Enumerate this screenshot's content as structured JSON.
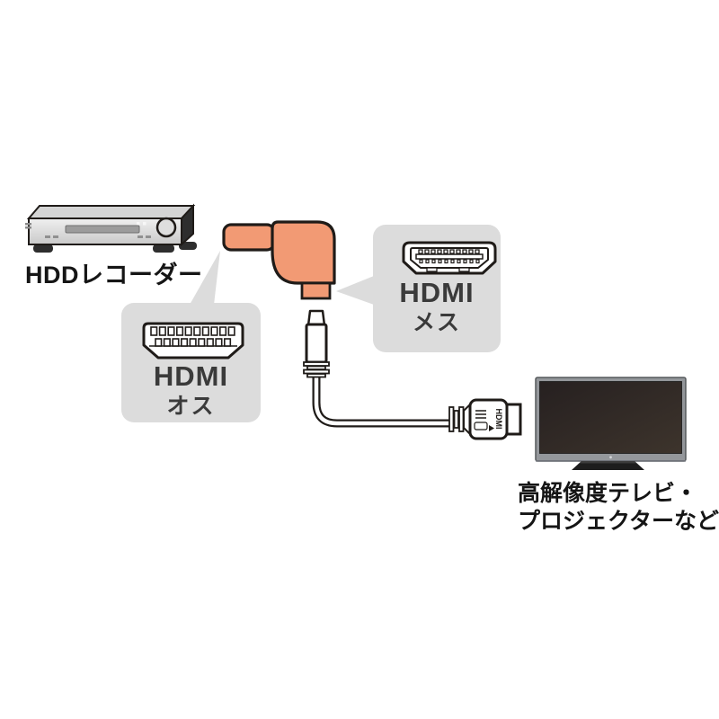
{
  "scene": {
    "recorder_label": "HDDレコーダー",
    "tv_label_line1": "高解像度テレビ・",
    "tv_label_line2": "プロジェクターなど"
  },
  "callout_male": {
    "title": "HDMI",
    "subtitle": "オス"
  },
  "callout_female": {
    "title": "HDMI",
    "subtitle": "メス"
  },
  "cable": {
    "connector_print": "HDMI"
  },
  "colors": {
    "background": "#ffffff",
    "adapter_fill": "#f29a74",
    "callout_bg": "#dcdcdc",
    "outline": "#1f1b18",
    "recorder_front": "#e9e9e9",
    "tv_frame": "#94979b",
    "tv_screen": "#2e2826"
  }
}
